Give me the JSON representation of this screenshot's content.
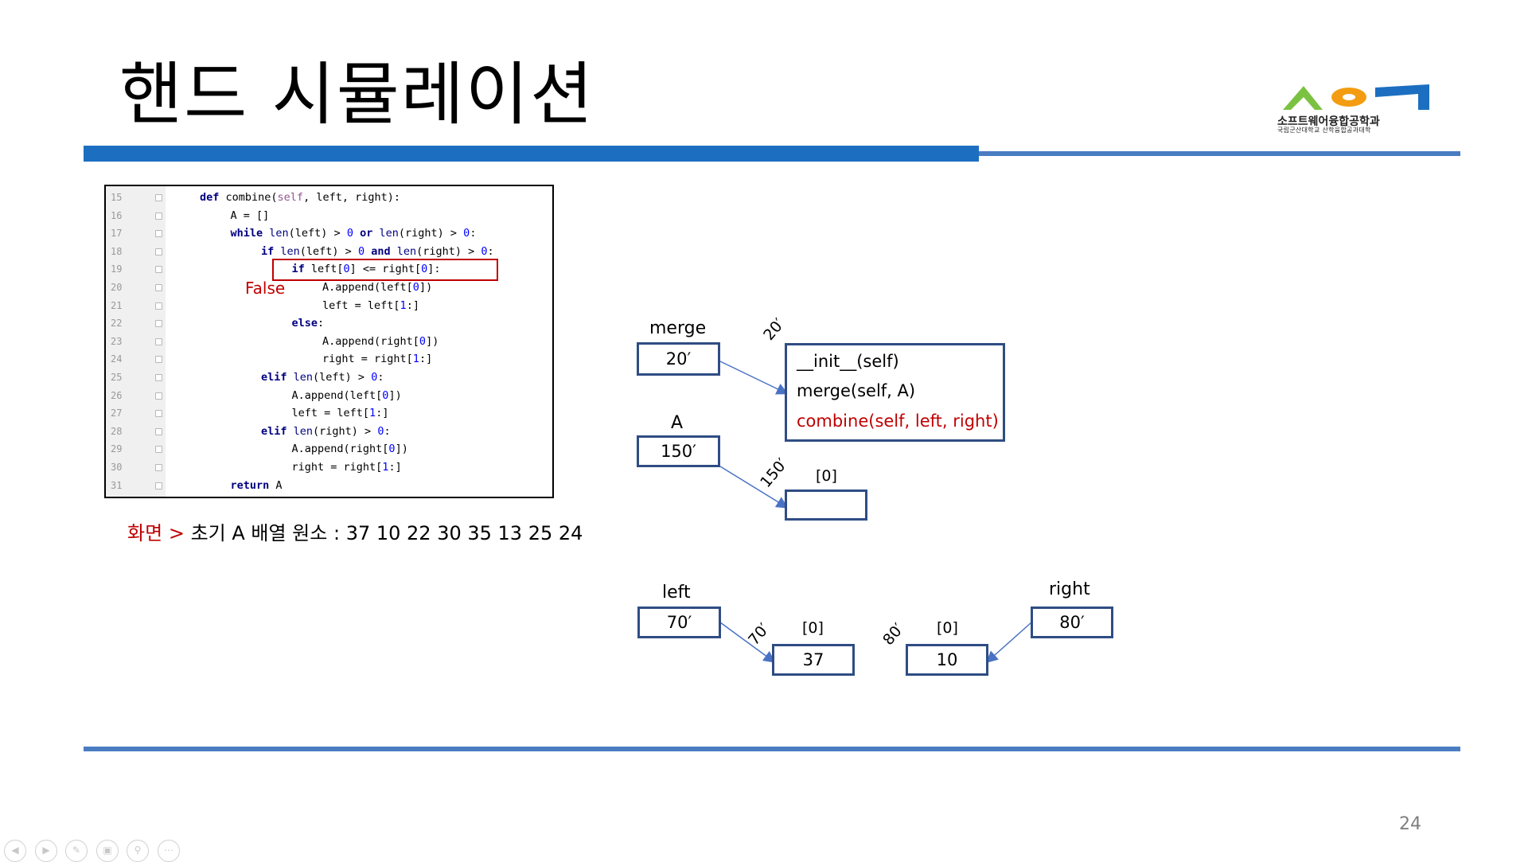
{
  "slide": {
    "title": "핸드 시뮬레이션",
    "page_number": "24"
  },
  "logo": {
    "name": "소프트웨어융합공학과",
    "subtitle": "국립군산대학교 산학융합공과대학"
  },
  "code": {
    "lines": [
      {
        "n": "15",
        "indent": 0,
        "tokens": [
          {
            "t": "def ",
            "c": "kw"
          },
          {
            "t": "combine("
          },
          {
            "t": "self",
            "c": "self"
          },
          {
            "t": ", left, right):"
          }
        ]
      },
      {
        "n": "16",
        "indent": 1,
        "tokens": [
          {
            "t": "A = []"
          }
        ]
      },
      {
        "n": "17",
        "indent": 1,
        "tokens": [
          {
            "t": "while ",
            "c": "kw"
          },
          {
            "t": "len",
            "c": "bi"
          },
          {
            "t": "(left) > "
          },
          {
            "t": "0",
            "c": "num"
          },
          {
            "t": " "
          },
          {
            "t": "or ",
            "c": "kw"
          },
          {
            "t": "len",
            "c": "bi"
          },
          {
            "t": "(right) > "
          },
          {
            "t": "0",
            "c": "num"
          },
          {
            "t": ":"
          }
        ]
      },
      {
        "n": "18",
        "indent": 2,
        "tokens": [
          {
            "t": "if ",
            "c": "kw"
          },
          {
            "t": "len",
            "c": "bi"
          },
          {
            "t": "(left) > "
          },
          {
            "t": "0",
            "c": "num"
          },
          {
            "t": " "
          },
          {
            "t": "and ",
            "c": "kw"
          },
          {
            "t": "len",
            "c": "bi"
          },
          {
            "t": "(right) > "
          },
          {
            "t": "0",
            "c": "num"
          },
          {
            "t": ":"
          }
        ]
      },
      {
        "n": "19",
        "indent": 3,
        "tokens": [
          {
            "t": "if ",
            "c": "kw"
          },
          {
            "t": "left["
          },
          {
            "t": "0",
            "c": "num"
          },
          {
            "t": "] <= right["
          },
          {
            "t": "0",
            "c": "num"
          },
          {
            "t": "]:"
          }
        ]
      },
      {
        "n": "20",
        "indent": 4,
        "tokens": [
          {
            "t": "A.append(left["
          },
          {
            "t": "0",
            "c": "num"
          },
          {
            "t": "])"
          }
        ]
      },
      {
        "n": "21",
        "indent": 4,
        "tokens": [
          {
            "t": "left = left["
          },
          {
            "t": "1",
            "c": "num"
          },
          {
            "t": ":]"
          }
        ]
      },
      {
        "n": "22",
        "indent": 3,
        "tokens": [
          {
            "t": "else",
            "c": "kw"
          },
          {
            "t": ":"
          }
        ]
      },
      {
        "n": "23",
        "indent": 4,
        "tokens": [
          {
            "t": "A.append(right["
          },
          {
            "t": "0",
            "c": "num"
          },
          {
            "t": "])"
          }
        ]
      },
      {
        "n": "24",
        "indent": 4,
        "tokens": [
          {
            "t": "right = right["
          },
          {
            "t": "1",
            "c": "num"
          },
          {
            "t": ":]"
          }
        ]
      },
      {
        "n": "25",
        "indent": 2,
        "tokens": [
          {
            "t": "elif ",
            "c": "kw"
          },
          {
            "t": "len",
            "c": "bi"
          },
          {
            "t": "(left) > "
          },
          {
            "t": "0",
            "c": "num"
          },
          {
            "t": ":"
          }
        ]
      },
      {
        "n": "26",
        "indent": 3,
        "tokens": [
          {
            "t": "A.append(left["
          },
          {
            "t": "0",
            "c": "num"
          },
          {
            "t": "])"
          }
        ]
      },
      {
        "n": "27",
        "indent": 3,
        "tokens": [
          {
            "t": "left = left["
          },
          {
            "t": "1",
            "c": "num"
          },
          {
            "t": ":]"
          }
        ]
      },
      {
        "n": "28",
        "indent": 2,
        "tokens": [
          {
            "t": "elif ",
            "c": "kw"
          },
          {
            "t": "len",
            "c": "bi"
          },
          {
            "t": "(right) > "
          },
          {
            "t": "0",
            "c": "num"
          },
          {
            "t": ":"
          }
        ]
      },
      {
        "n": "29",
        "indent": 3,
        "tokens": [
          {
            "t": "A.append(right["
          },
          {
            "t": "0",
            "c": "num"
          },
          {
            "t": "])"
          }
        ]
      },
      {
        "n": "30",
        "indent": 3,
        "tokens": [
          {
            "t": "right = right["
          },
          {
            "t": "1",
            "c": "num"
          },
          {
            "t": ":]"
          }
        ]
      },
      {
        "n": "31",
        "indent": 1,
        "tokens": [
          {
            "t": "return ",
            "c": "kw"
          },
          {
            "t": "A"
          }
        ]
      }
    ],
    "false_label": "False"
  },
  "screen": {
    "label": "화면",
    "arrow": ">",
    "text": "초기 A 배열 원소 : 37 10 22 30 35 13 25 24"
  },
  "diagram": {
    "merge": {
      "label": "merge",
      "value": "20′",
      "address": "20′"
    },
    "methods": [
      "__init__(self)",
      "merge(self, A)",
      "combine(self, left, right)"
    ],
    "A": {
      "label": "A",
      "value": "150′",
      "address": "150′",
      "index": "[0]",
      "cell": ""
    },
    "left": {
      "label": "left",
      "value": "70′",
      "address": "70′",
      "index": "[0]",
      "cell": "37"
    },
    "right": {
      "label": "right",
      "value": "80′",
      "address": "80′",
      "index": "[0]",
      "cell": "10"
    }
  },
  "colors": {
    "accent_blue": "#1c6fc0",
    "box_border": "#2f4d84",
    "highlight_red": "#c00000"
  },
  "controls": [
    "prev-icon",
    "next-icon",
    "pen-icon",
    "slides-icon",
    "zoom-icon",
    "more-icon"
  ]
}
